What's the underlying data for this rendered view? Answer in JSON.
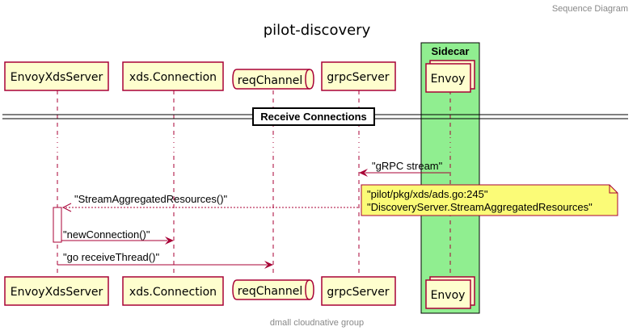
{
  "header": {
    "caption": "Sequence Diagram"
  },
  "title": "pilot-discovery",
  "footer": "dmall cloudnative group",
  "box": {
    "title": "Sidecar",
    "color": "#90EE90"
  },
  "participants": {
    "envoyxds": "EnvoyXdsServer",
    "xdsconn": "xds.Connection",
    "reqchannel": "reqChannel",
    "grpcserver": "grpcServer",
    "envoy": "Envoy"
  },
  "divider": {
    "label": "Receive Connections"
  },
  "messages": {
    "grpc_stream": "\"gRPC stream\"",
    "stream_aggregated": "\"StreamAggregatedResources()\"",
    "new_connection": "\"newConnection()\"",
    "go_receive_thread": "\"go receiveThread()\""
  },
  "note": {
    "line1": "\"pilot/pkg/xds/ads.go:245\"",
    "line2": "\"DiscoveryServer.StreamAggregatedResources\""
  },
  "colors": {
    "participant_fill": "#FEFECE",
    "participant_border": "#A80036",
    "note_fill": "#FBFB77",
    "box_fill": "#90EE90",
    "box_border": "#000000"
  }
}
